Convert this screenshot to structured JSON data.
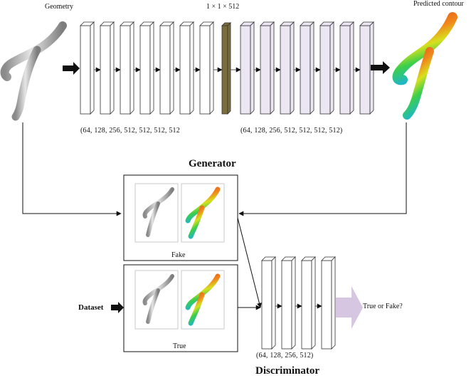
{
  "labels": {
    "geometry": "Geometry",
    "bottleneck": "1 × 1 × 512",
    "predicted_contour": "Predicted contour",
    "encoder_channels": "(64,    128,    256,    512,    512,    512,    512",
    "decoder_channels": "(64,    128,    256,    512,    512,    512,    512)",
    "generator": "Generator",
    "fake": "Fake",
    "true": "True",
    "dataset": "Dataset",
    "discriminator_channels": "(64,    128,    256,    512)",
    "true_or_fake": "True or Fake?",
    "discriminator": "Discriminator"
  },
  "colors": {
    "encoder_block": "#ffffff",
    "bottleneck_block": "#7a6e3e",
    "decoder_block": "#ece6f3",
    "discriminator_block": "#ffffff",
    "output_arrow": "#d7c6e2",
    "vessel_gray": "#b5b5b5"
  },
  "icons": {
    "input_geometry": "bifurcating-vessel-gray-icon",
    "predicted_output": "bifurcating-vessel-contour-icon"
  }
}
